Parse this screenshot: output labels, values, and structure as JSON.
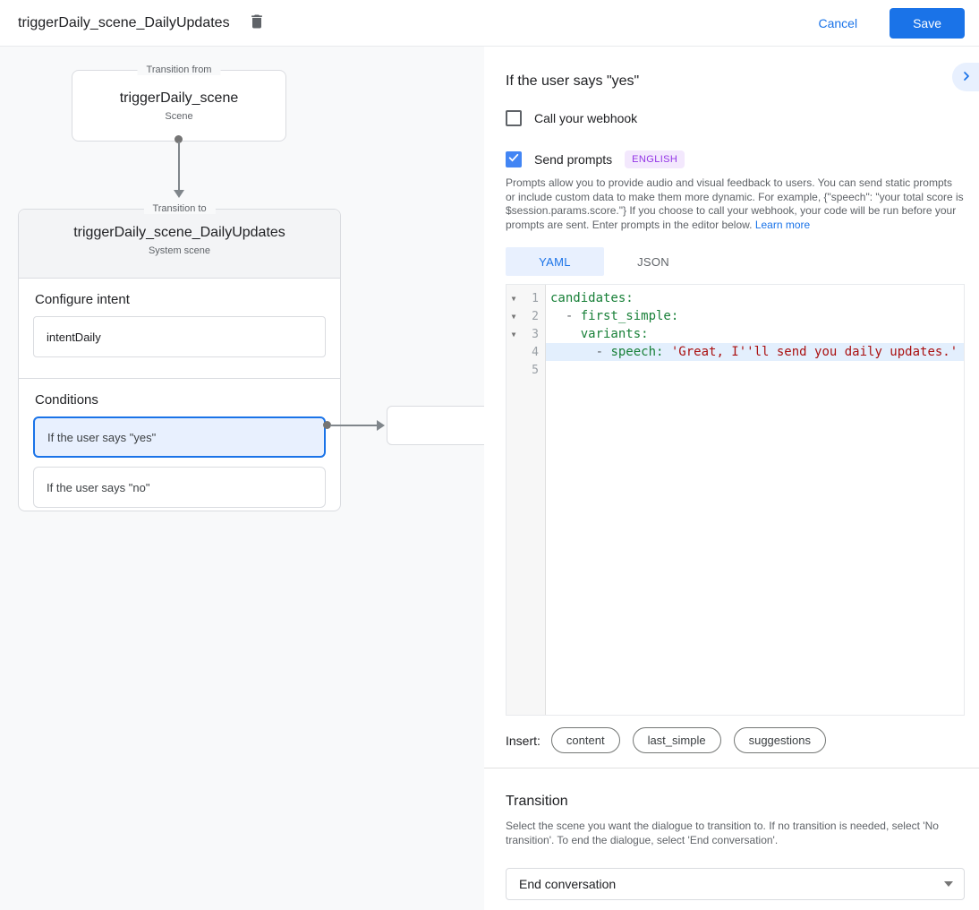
{
  "topbar": {
    "title": "triggerDaily_scene_DailyUpdates",
    "cancel_label": "Cancel",
    "save_label": "Save"
  },
  "diagram": {
    "from_node": {
      "legend": "Transition from",
      "title": "triggerDaily_scene",
      "subtitle": "Scene"
    },
    "to_node": {
      "legend": "Transition to",
      "title": "triggerDaily_scene_DailyUpdates",
      "subtitle": "System scene",
      "configure_intent_heading": "Configure intent",
      "intent_value": "intentDaily",
      "conditions_heading": "Conditions",
      "conditions": [
        {
          "label": "If the user says \"yes\"",
          "selected": true
        },
        {
          "label": "If the user says \"no\"",
          "selected": false
        }
      ]
    }
  },
  "detail": {
    "heading": "If the user says \"yes\"",
    "webhook": {
      "label": "Call your webhook",
      "checked": false
    },
    "prompts": {
      "label": "Send prompts",
      "checked": true,
      "badge": "ENGLISH",
      "description": "Prompts allow you to provide audio and visual feedback to users. You can send static prompts or include custom data to make them more dynamic. For example, {\"speech\": \"your total score is $session.params.score.\"} If you choose to call your webhook, your code will be run before your prompts are sent. Enter prompts in the editor below. ",
      "learn_more": "Learn more"
    },
    "tabs": [
      {
        "label": "YAML",
        "active": true
      },
      {
        "label": "JSON",
        "active": false
      }
    ],
    "editor": {
      "lines": [
        {
          "number": "1",
          "fold": true,
          "highlight": false,
          "tokens": [
            {
              "text": "candidates:",
              "type": "key"
            }
          ]
        },
        {
          "number": "2",
          "fold": true,
          "highlight": false,
          "tokens": [
            {
              "text": "  ",
              "type": "plain"
            },
            {
              "text": "- ",
              "type": "punct"
            },
            {
              "text": "first_simple:",
              "type": "key"
            }
          ]
        },
        {
          "number": "3",
          "fold": true,
          "highlight": false,
          "tokens": [
            {
              "text": "    ",
              "type": "plain"
            },
            {
              "text": "variants:",
              "type": "key"
            }
          ]
        },
        {
          "number": "4",
          "fold": false,
          "highlight": true,
          "tokens": [
            {
              "text": "      ",
              "type": "plain"
            },
            {
              "text": "- ",
              "type": "punct"
            },
            {
              "text": "speech: ",
              "type": "key"
            },
            {
              "text": "'Great, I''ll send you daily updates.'",
              "type": "string"
            }
          ]
        },
        {
          "number": "5",
          "fold": false,
          "highlight": false,
          "tokens": []
        }
      ]
    },
    "insert": {
      "label": "Insert:",
      "chips": [
        "content",
        "last_simple",
        "suggestions"
      ]
    },
    "transition": {
      "heading": "Transition",
      "description": "Select the scene you want the dialogue to transition to. If no transition is needed, select 'No transition'. To end the dialogue, select 'End conversation'.",
      "selected_value": "End conversation"
    }
  },
  "colors": {
    "accent_blue": "#1a73e8",
    "checkbox_blue": "#4285f4",
    "selected_condition_bg": "#e8f0fe",
    "badge_bg": "#f3e8fd",
    "badge_text": "#9334e6",
    "code_key": "#188038",
    "code_string": "#aa1111",
    "highlight_line_bg": "#e3effd",
    "canvas_bg": "#f8f9fa"
  }
}
